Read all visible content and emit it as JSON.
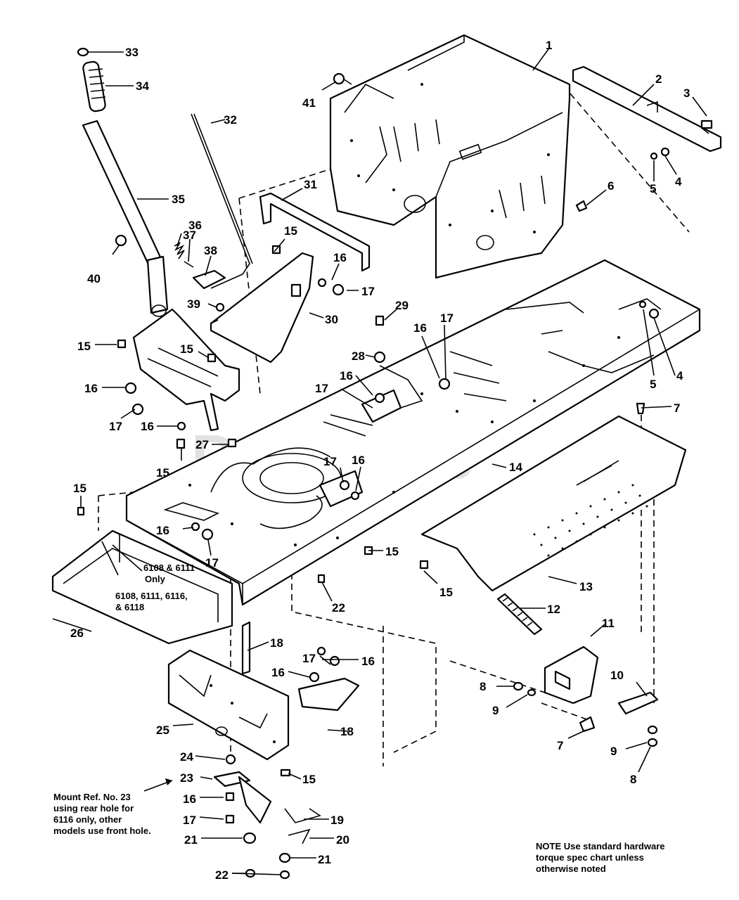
{
  "watermark": "PartsTree",
  "callouts": {
    "c1": "1",
    "c2": "2",
    "c3": "3",
    "c4a": "4",
    "c4b": "4",
    "c5a": "5",
    "c5b": "5",
    "c6": "6",
    "c7a": "7",
    "c7b": "7",
    "c8a": "8",
    "c8b": "8",
    "c9a": "9",
    "c9b": "9",
    "c10": "10",
    "c11": "11",
    "c12": "12",
    "c13": "13",
    "c14": "14",
    "c15a": "15",
    "c15b": "15",
    "c15c": "15",
    "c15d": "15",
    "c15e": "15",
    "c15f": "15",
    "c15g": "15",
    "c15h": "15",
    "c16a": "16",
    "c16b": "16",
    "c16c": "16",
    "c16d": "16",
    "c16e": "16",
    "c16f": "16",
    "c16g": "16",
    "c16h": "16",
    "c16i": "16",
    "c16j": "16",
    "c17a": "17",
    "c17b": "17",
    "c17c": "17",
    "c17d": "17",
    "c17e": "17",
    "c17f": "17",
    "c17g": "17",
    "c17h": "17",
    "c18a": "18",
    "c18b": "18",
    "c19": "19",
    "c20": "20",
    "c21a": "21",
    "c21b": "21",
    "c22a": "22",
    "c22b": "22",
    "c23": "23",
    "c24": "24",
    "c25": "25",
    "c26": "26",
    "c27": "27",
    "c28": "28",
    "c29": "29",
    "c30": "30",
    "c31": "31",
    "c32": "32",
    "c33": "33",
    "c34": "34",
    "c35": "35",
    "c36": "36",
    "c37": "37",
    "c38": "38",
    "c39": "39",
    "c40": "40",
    "c41": "41"
  },
  "model_labels": {
    "only_line1": "6108 & 6111",
    "only_line2": "Only",
    "models_line1": "6108, 6111, 6116,",
    "models_line2": "& 6118"
  },
  "notes": {
    "mount": "Mount Ref. No. 23\nusing rear hole for\n6116 only, other\nmodels use front hole.",
    "torque": "NOTE  Use standard hardware\ntorque spec chart unless\notherwise noted"
  }
}
